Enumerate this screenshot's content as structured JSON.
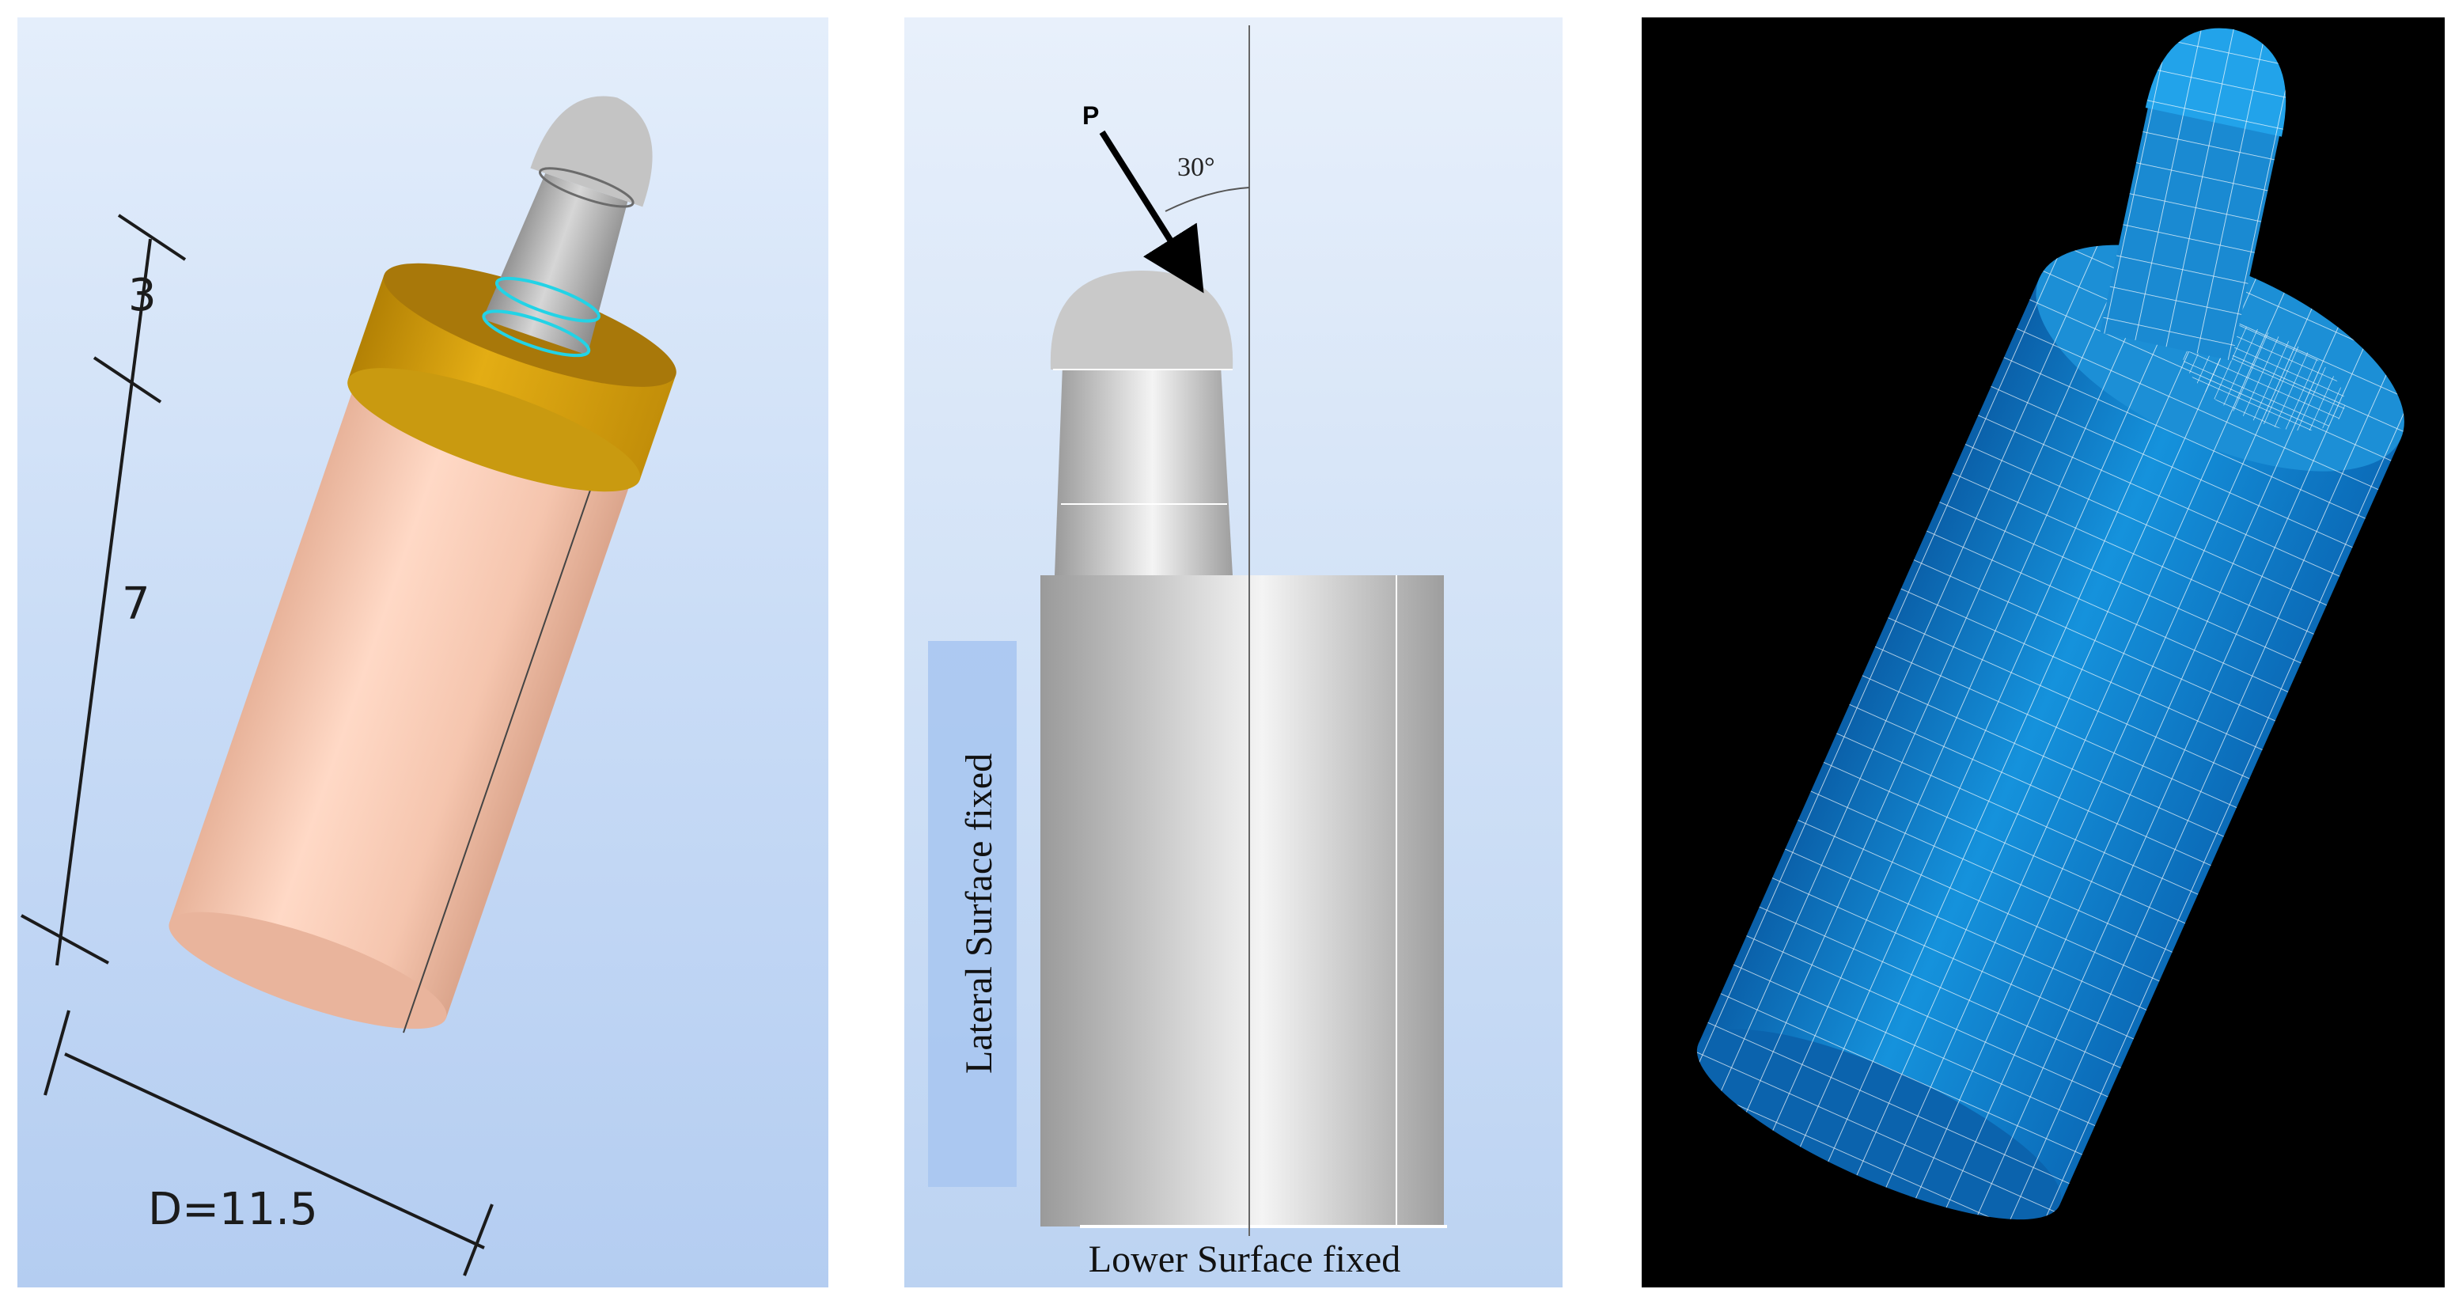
{
  "figure": {
    "panel_a": {
      "labels": {
        "abutment_height": "3",
        "implant_height": "7",
        "diameter": "D=11.5"
      },
      "colors": {
        "background": "#c9dcf6",
        "cylinder": "#f4c8b2",
        "collar": "#d9a516",
        "abutment": "#a9a9a9",
        "edge_highlight": "#22d3e6"
      }
    },
    "panel_b": {
      "labels": {
        "load": "P",
        "angle": "30°",
        "lateral": "Lateral Surface fixed",
        "lower": "Lower Surface fixed"
      },
      "colors": {
        "background": "#cfe0f6",
        "body": "#c8c8c8",
        "arrow": "#000000"
      }
    },
    "panel_c": {
      "colors": {
        "background": "#000000",
        "mesh_fill": "#1386cf",
        "mesh_lines": "#ffffff"
      }
    }
  }
}
